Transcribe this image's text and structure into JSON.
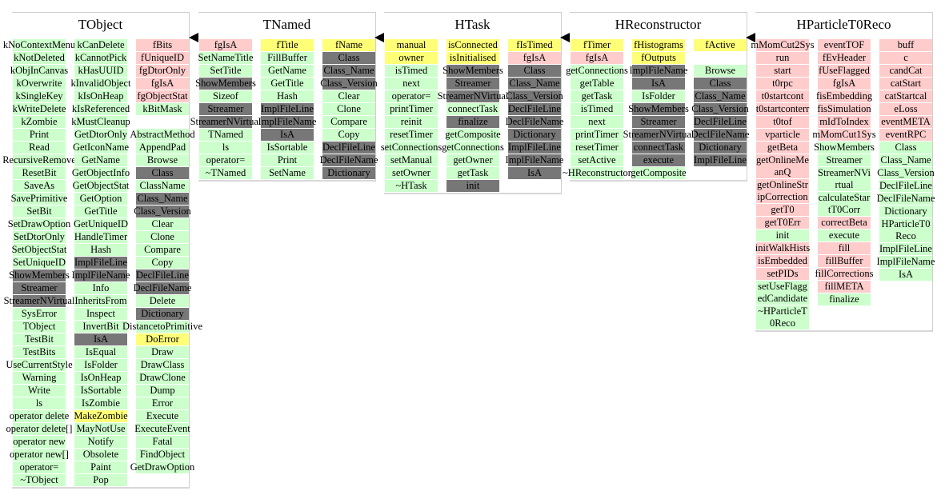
{
  "colors": {
    "data_member": "#ffcccc",
    "method": "#ccffcc",
    "generated": "#777777",
    "overridden": "#ffff77"
  },
  "boxes": [
    {
      "title": "TObject",
      "columns": [
        [
          [
            "kNoContextMenu",
            "g"
          ],
          [
            "kNotDeleted",
            "g"
          ],
          [
            "kObjInCanvas",
            "g"
          ],
          [
            "kOverwrite",
            "g"
          ],
          [
            "kSingleKey",
            "g"
          ],
          [
            "kWriteDelete",
            "g"
          ],
          [
            "kZombie",
            "g"
          ],
          [
            "Print",
            "g"
          ],
          [
            "Read",
            "g"
          ],
          [
            "RecursiveRemove",
            "g"
          ],
          [
            "ResetBit",
            "g"
          ],
          [
            "SaveAs",
            "g"
          ],
          [
            "SavePrimitive",
            "g"
          ],
          [
            "SetBit",
            "g"
          ],
          [
            "SetDrawOption",
            "g"
          ],
          [
            "SetDtorOnly",
            "g"
          ],
          [
            "SetObjectStat",
            "g"
          ],
          [
            "SetUniqueID",
            "g"
          ],
          [
            "ShowMembers",
            "d"
          ],
          [
            "Streamer",
            "d"
          ],
          [
            "StreamerNVirtual",
            "d"
          ],
          [
            "SysError",
            "g"
          ],
          [
            "TObject",
            "g"
          ],
          [
            "TestBit",
            "g"
          ],
          [
            "TestBits",
            "g"
          ],
          [
            "UseCurrentStyle",
            "g"
          ],
          [
            "Warning",
            "g"
          ],
          [
            "Write",
            "g"
          ],
          [
            "ls",
            "g"
          ],
          [
            "operator delete",
            "g"
          ],
          [
            "operator delete[]",
            "g"
          ],
          [
            "operator new",
            "g"
          ],
          [
            "operator new[]",
            "g"
          ],
          [
            "operator=",
            "g"
          ],
          [
            "~TObject",
            "g"
          ]
        ],
        [
          [
            "kCanDelete",
            "g"
          ],
          [
            "kCannotPick",
            "g"
          ],
          [
            "kHasUUID",
            "g"
          ],
          [
            "kInvalidObject",
            "g"
          ],
          [
            "kIsOnHeap",
            "g"
          ],
          [
            "kIsReferenced",
            "g"
          ],
          [
            "kMustCleanup",
            "g"
          ],
          [
            "GetDtorOnly",
            "g"
          ],
          [
            "GetIconName",
            "g"
          ],
          [
            "GetName",
            "g"
          ],
          [
            "GetObjectInfo",
            "g"
          ],
          [
            "GetObjectStat",
            "g"
          ],
          [
            "GetOption",
            "g"
          ],
          [
            "GetTitle",
            "g"
          ],
          [
            "GetUniqueID",
            "g"
          ],
          [
            "HandleTimer",
            "g"
          ],
          [
            "Hash",
            "g"
          ],
          [
            "ImplFileLine",
            "d"
          ],
          [
            "ImplFileName",
            "d"
          ],
          [
            "Info",
            "g"
          ],
          [
            "InheritsFrom",
            "g"
          ],
          [
            "Inspect",
            "g"
          ],
          [
            "InvertBit",
            "g"
          ],
          [
            "IsA",
            "d"
          ],
          [
            "IsEqual",
            "g"
          ],
          [
            "IsFolder",
            "g"
          ],
          [
            "IsOnHeap",
            "g"
          ],
          [
            "IsSortable",
            "g"
          ],
          [
            "IsZombie",
            "g"
          ],
          [
            "MakeZombie",
            "y"
          ],
          [
            "MayNotUse",
            "g"
          ],
          [
            "Notify",
            "g"
          ],
          [
            "Obsolete",
            "g"
          ],
          [
            "Paint",
            "g"
          ],
          [
            "Pop",
            "g"
          ]
        ],
        [
          [
            "fBits",
            "p"
          ],
          [
            "fUniqueID",
            "p"
          ],
          [
            "fgDtorOnly",
            "p"
          ],
          [
            "fgIsA",
            "p"
          ],
          [
            "fgObjectStat",
            "p"
          ],
          [
            "kBitMask",
            "g"
          ],
          [
            "",
            "e"
          ],
          [
            "AbstractMethod",
            "g"
          ],
          [
            "AppendPad",
            "g"
          ],
          [
            "Browse",
            "g"
          ],
          [
            "Class",
            "d"
          ],
          [
            "ClassName",
            "g"
          ],
          [
            "Class_Name",
            "d"
          ],
          [
            "Class_Version",
            "d"
          ],
          [
            "Clear",
            "g"
          ],
          [
            "Clone",
            "g"
          ],
          [
            "Compare",
            "g"
          ],
          [
            "Copy",
            "g"
          ],
          [
            "DeclFileLine",
            "d"
          ],
          [
            "DeclFileName",
            "d"
          ],
          [
            "Delete",
            "g"
          ],
          [
            "Dictionary",
            "d"
          ],
          [
            "DistancetoPrimitive",
            "g"
          ],
          [
            "DoError",
            "y"
          ],
          [
            "Draw",
            "g"
          ],
          [
            "DrawClass",
            "g"
          ],
          [
            "DrawClone",
            "g"
          ],
          [
            "Dump",
            "g"
          ],
          [
            "Error",
            "g"
          ],
          [
            "Execute",
            "g"
          ],
          [
            "ExecuteEvent",
            "g"
          ],
          [
            "Fatal",
            "g"
          ],
          [
            "FindObject",
            "g"
          ],
          [
            "GetDrawOption",
            "g"
          ]
        ]
      ]
    },
    {
      "title": "TNamed",
      "columns": [
        [
          [
            "fgIsA",
            "p"
          ],
          [
            "SetNameTitle",
            "g"
          ],
          [
            "SetTitle",
            "g"
          ],
          [
            "ShowMembers",
            "d"
          ],
          [
            "Sizeof",
            "g"
          ],
          [
            "Streamer",
            "d"
          ],
          [
            "StreamerNVirtual",
            "d"
          ],
          [
            "TNamed",
            "g"
          ],
          [
            "ls",
            "g"
          ],
          [
            "operator=",
            "g"
          ],
          [
            "~TNamed",
            "g"
          ]
        ],
        [
          [
            "fTitle",
            "y"
          ],
          [
            "FillBuffer",
            "g"
          ],
          [
            "GetName",
            "g"
          ],
          [
            "GetTitle",
            "g"
          ],
          [
            "Hash",
            "g"
          ],
          [
            "ImplFileLine",
            "d"
          ],
          [
            "ImplFileName",
            "d"
          ],
          [
            "IsA",
            "d"
          ],
          [
            "IsSortable",
            "g"
          ],
          [
            "Print",
            "g"
          ],
          [
            "SetName",
            "g"
          ]
        ],
        [
          [
            "fName",
            "y"
          ],
          [
            "Class",
            "d"
          ],
          [
            "Class_Name",
            "d"
          ],
          [
            "Class_Version",
            "d"
          ],
          [
            "Clear",
            "g"
          ],
          [
            "Clone",
            "g"
          ],
          [
            "Compare",
            "g"
          ],
          [
            "Copy",
            "g"
          ],
          [
            "DeclFileLine",
            "d"
          ],
          [
            "DeclFileName",
            "d"
          ],
          [
            "Dictionary",
            "d"
          ]
        ]
      ]
    },
    {
      "title": "HTask",
      "columns": [
        [
          [
            "manual",
            "y"
          ],
          [
            "owner",
            "y"
          ],
          [
            "isTimed",
            "g"
          ],
          [
            "next",
            "g"
          ],
          [
            "operator=",
            "g"
          ],
          [
            "printTimer",
            "g"
          ],
          [
            "reinit",
            "g"
          ],
          [
            "resetTimer",
            "g"
          ],
          [
            "setConnections",
            "g"
          ],
          [
            "setManual",
            "g"
          ],
          [
            "setOwner",
            "g"
          ],
          [
            "~HTask",
            "g"
          ]
        ],
        [
          [
            "isConnected",
            "y"
          ],
          [
            "isInitialised",
            "y"
          ],
          [
            "ShowMembers",
            "d"
          ],
          [
            "Streamer",
            "d"
          ],
          [
            "StreamerNVirtual",
            "d"
          ],
          [
            "connectTask",
            "g"
          ],
          [
            "finalize",
            "d"
          ],
          [
            "getComposite",
            "g"
          ],
          [
            "getConnections",
            "g"
          ],
          [
            "getOwner",
            "g"
          ],
          [
            "getTask",
            "g"
          ],
          [
            "init",
            "d"
          ]
        ],
        [
          [
            "fIsTimed",
            "y"
          ],
          [
            "fgIsA",
            "p"
          ],
          [
            "Class",
            "d"
          ],
          [
            "Class_Name",
            "d"
          ],
          [
            "Class_Version",
            "d"
          ],
          [
            "DeclFileLine",
            "d"
          ],
          [
            "DeclFileName",
            "d"
          ],
          [
            "Dictionary",
            "d"
          ],
          [
            "ImplFileLine",
            "d"
          ],
          [
            "ImplFileName",
            "d"
          ],
          [
            "IsA",
            "d"
          ]
        ]
      ]
    },
    {
      "title": "HReconstructor",
      "columns": [
        [
          [
            "fTimer",
            "y"
          ],
          [
            "fgIsA",
            "p"
          ],
          [
            "getConnections",
            "g"
          ],
          [
            "getTable",
            "g"
          ],
          [
            "getTask",
            "g"
          ],
          [
            "isTimed",
            "g"
          ],
          [
            "next",
            "g"
          ],
          [
            "printTimer",
            "g"
          ],
          [
            "resetTimer",
            "g"
          ],
          [
            "setActive",
            "g"
          ],
          [
            "~HReconstructor",
            "g"
          ]
        ],
        [
          [
            "fHistograms",
            "y"
          ],
          [
            "fOutputs",
            "y"
          ],
          [
            "ImplFileName",
            "d"
          ],
          [
            "IsA",
            "d"
          ],
          [
            "IsFolder",
            "g"
          ],
          [
            "ShowMembers",
            "d"
          ],
          [
            "Streamer",
            "d"
          ],
          [
            "StreamerNVirtual",
            "d"
          ],
          [
            "connectTask",
            "d"
          ],
          [
            "execute",
            "d"
          ],
          [
            "getComposite",
            "g"
          ]
        ],
        [
          [
            "fActive",
            "y"
          ],
          [
            "",
            "e"
          ],
          [
            "Browse",
            "g"
          ],
          [
            "Class",
            "d"
          ],
          [
            "Class_Name",
            "d"
          ],
          [
            "Class_Version",
            "d"
          ],
          [
            "DeclFileLine",
            "d"
          ],
          [
            "DeclFileName",
            "d"
          ],
          [
            "Dictionary",
            "d"
          ],
          [
            "ImplFileLine",
            "d"
          ]
        ]
      ]
    },
    {
      "title": "HParticleT0Reco",
      "columns": [
        [
          [
            "mMomCut2Sys",
            "p"
          ],
          [
            "run",
            "p"
          ],
          [
            "start",
            "p"
          ],
          [
            "t0rpc",
            "p"
          ],
          [
            "t0startcont",
            "p"
          ],
          [
            "t0startconterr",
            "p"
          ],
          [
            "t0tof",
            "p"
          ],
          [
            "vparticle",
            "p"
          ],
          [
            "getBeta",
            "p"
          ],
          [
            "getOnlineMeanQ",
            "p"
          ],
          [
            "getOnlineStripCorrection",
            "p"
          ],
          [
            "getT0",
            "p"
          ],
          [
            "getT0Err",
            "p"
          ],
          [
            "init",
            "g"
          ],
          [
            "initWalkHists",
            "p"
          ],
          [
            "isEmbedded",
            "p"
          ],
          [
            "setPIDs",
            "p"
          ],
          [
            "setUseFlaggedCandidate",
            "g"
          ],
          [
            "~HParticleT0Reco",
            "g"
          ]
        ],
        [
          [
            "eventTOF",
            "p"
          ],
          [
            "fEvHeader",
            "p"
          ],
          [
            "fUseFlagged",
            "p"
          ],
          [
            "fgIsA",
            "p"
          ],
          [
            "fisEmbedding",
            "p"
          ],
          [
            "fisSimulation",
            "p"
          ],
          [
            "mIdToIndex",
            "p"
          ],
          [
            "mMomCut1Sys",
            "p"
          ],
          [
            "ShowMembers",
            "g"
          ],
          [
            "Streamer",
            "g"
          ],
          [
            "StreamerNVirtual",
            "g"
          ],
          [
            "calculateStartT0Corr",
            "g"
          ],
          [
            "correctBeta",
            "p"
          ],
          [
            "execute",
            "g"
          ],
          [
            "fill",
            "p"
          ],
          [
            "fillBuffer",
            "p"
          ],
          [
            "fillCorrections",
            "p"
          ],
          [
            "fillMETA",
            "p"
          ],
          [
            "finalize",
            "g"
          ]
        ],
        [
          [
            "buff",
            "p"
          ],
          [
            "c",
            "p"
          ],
          [
            "candCat",
            "p"
          ],
          [
            "catStart",
            "p"
          ],
          [
            "catStartcal",
            "p"
          ],
          [
            "eLoss",
            "p"
          ],
          [
            "eventMETA",
            "p"
          ],
          [
            "eventRPC",
            "p"
          ],
          [
            "Class",
            "g"
          ],
          [
            "Class_Name",
            "g"
          ],
          [
            "Class_Version",
            "g"
          ],
          [
            "DeclFileLine",
            "g"
          ],
          [
            "DeclFileName",
            "g"
          ],
          [
            "Dictionary",
            "g"
          ],
          [
            "HParticleT0Reco",
            "g"
          ],
          [
            "ImplFileLine",
            "g"
          ],
          [
            "ImplFileName",
            "g"
          ],
          [
            "IsA",
            "g"
          ]
        ]
      ]
    }
  ]
}
